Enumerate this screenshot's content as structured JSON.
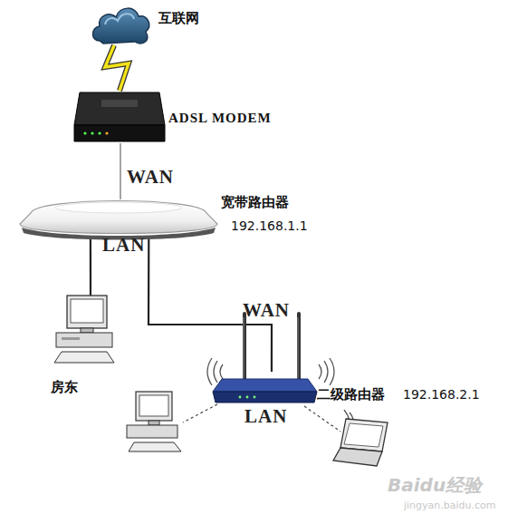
{
  "diagram": {
    "nodes": [
      {
        "text": [
          "互联网"
        ]
      },
      {
        "text": [
          "ADSL MODEM"
        ]
      },
      {
        "text": [
          "宽带路由器",
          "192.168.1.1"
        ]
      },
      {
        "text": [
          "房东"
        ]
      },
      {
        "text": [
          "二级路由器",
          "192.168.2.1"
        ]
      }
    ],
    "edges": [
      {
        "from": 0,
        "to": 1,
        "arrow": "none"
      },
      {
        "from": 1,
        "to": 2,
        "label": "WAN",
        "arrow": "none"
      },
      {
        "from": 2,
        "to": 3,
        "arrow": "none"
      },
      {
        "from": 2,
        "to": 4,
        "label": "WAN",
        "arrow": "none"
      }
    ],
    "labels": [
      "LAN",
      "LAN",
      "Baidu经验",
      "jingyan.baidu.com"
    ]
  }
}
